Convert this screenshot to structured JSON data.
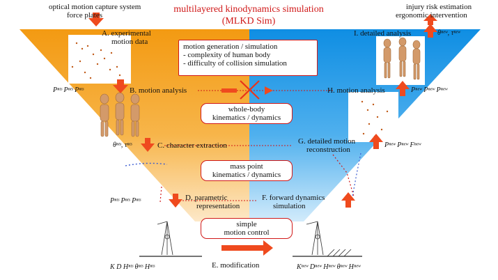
{
  "header": {
    "title_line1": "multilayered kinodynamics simulation",
    "title_line2": "(MLKD Sim)",
    "left_line1": "optical motion capture system",
    "left_line2": "force plates",
    "right_line1": "injury risk estimation",
    "right_line2": "ergonomic intervention"
  },
  "steps": {
    "a_line1": "A. experimental",
    "a_line2": "motion data",
    "b": "B. motion analysis",
    "c": "C. character extraction",
    "d_line1": "D. parametric",
    "d_line2": "representation",
    "e": "E. modification",
    "f_line1": "F. forward dynamics",
    "f_line2": "simulation",
    "g_line1": "G. detailed motion",
    "g_line2": "reconstruction",
    "h": "H. motion analysis",
    "i": "I. detailed analysis"
  },
  "boxes": {
    "issues_line1": "motion generation / simulation",
    "issues_line2": "- complexity of human body",
    "issues_line3": "- difficulty of collision simulation",
    "whole_line1": "whole-body",
    "whole_line2": "kinematics / dynamics",
    "mass_line1": "mass point",
    "mass_line2": "kinematics / dynamics",
    "simple_line1": "simple",
    "simple_line2": "motion control"
  },
  "symbols": {
    "b_left": "Pⁿᵗˢ Pⁿᵗˢ Pⁿᵗˢ",
    "c_left": "θⁿᵗˢ, τⁿᵗˢ",
    "d_left": "Pⁿᵗˢ Pⁿᵗˢ Pⁿᵗˢ",
    "e_left": "K D Hⁿᵗˢ θⁿᵗˢ Hⁿᵗˢ",
    "e_right": "Kⁿᵉʷ Dⁿᵉʷ Hⁿᵉʷ θⁿᵉʷ Hⁿᵉʷ",
    "g_right": "Pⁿᵉʷ Pⁿᵉʷ Fⁿᵉʷ",
    "h_right": "Pⁿᵉʷ Pⁿᵉʷ Pⁿᵉʷ",
    "i_right": "θⁿᵉʷ, τⁿᵉʷ"
  },
  "colors": {
    "orange": "#f3a020",
    "blue": "#1a96e6",
    "red": "#d01818",
    "arrow": "#ef4a1e"
  }
}
